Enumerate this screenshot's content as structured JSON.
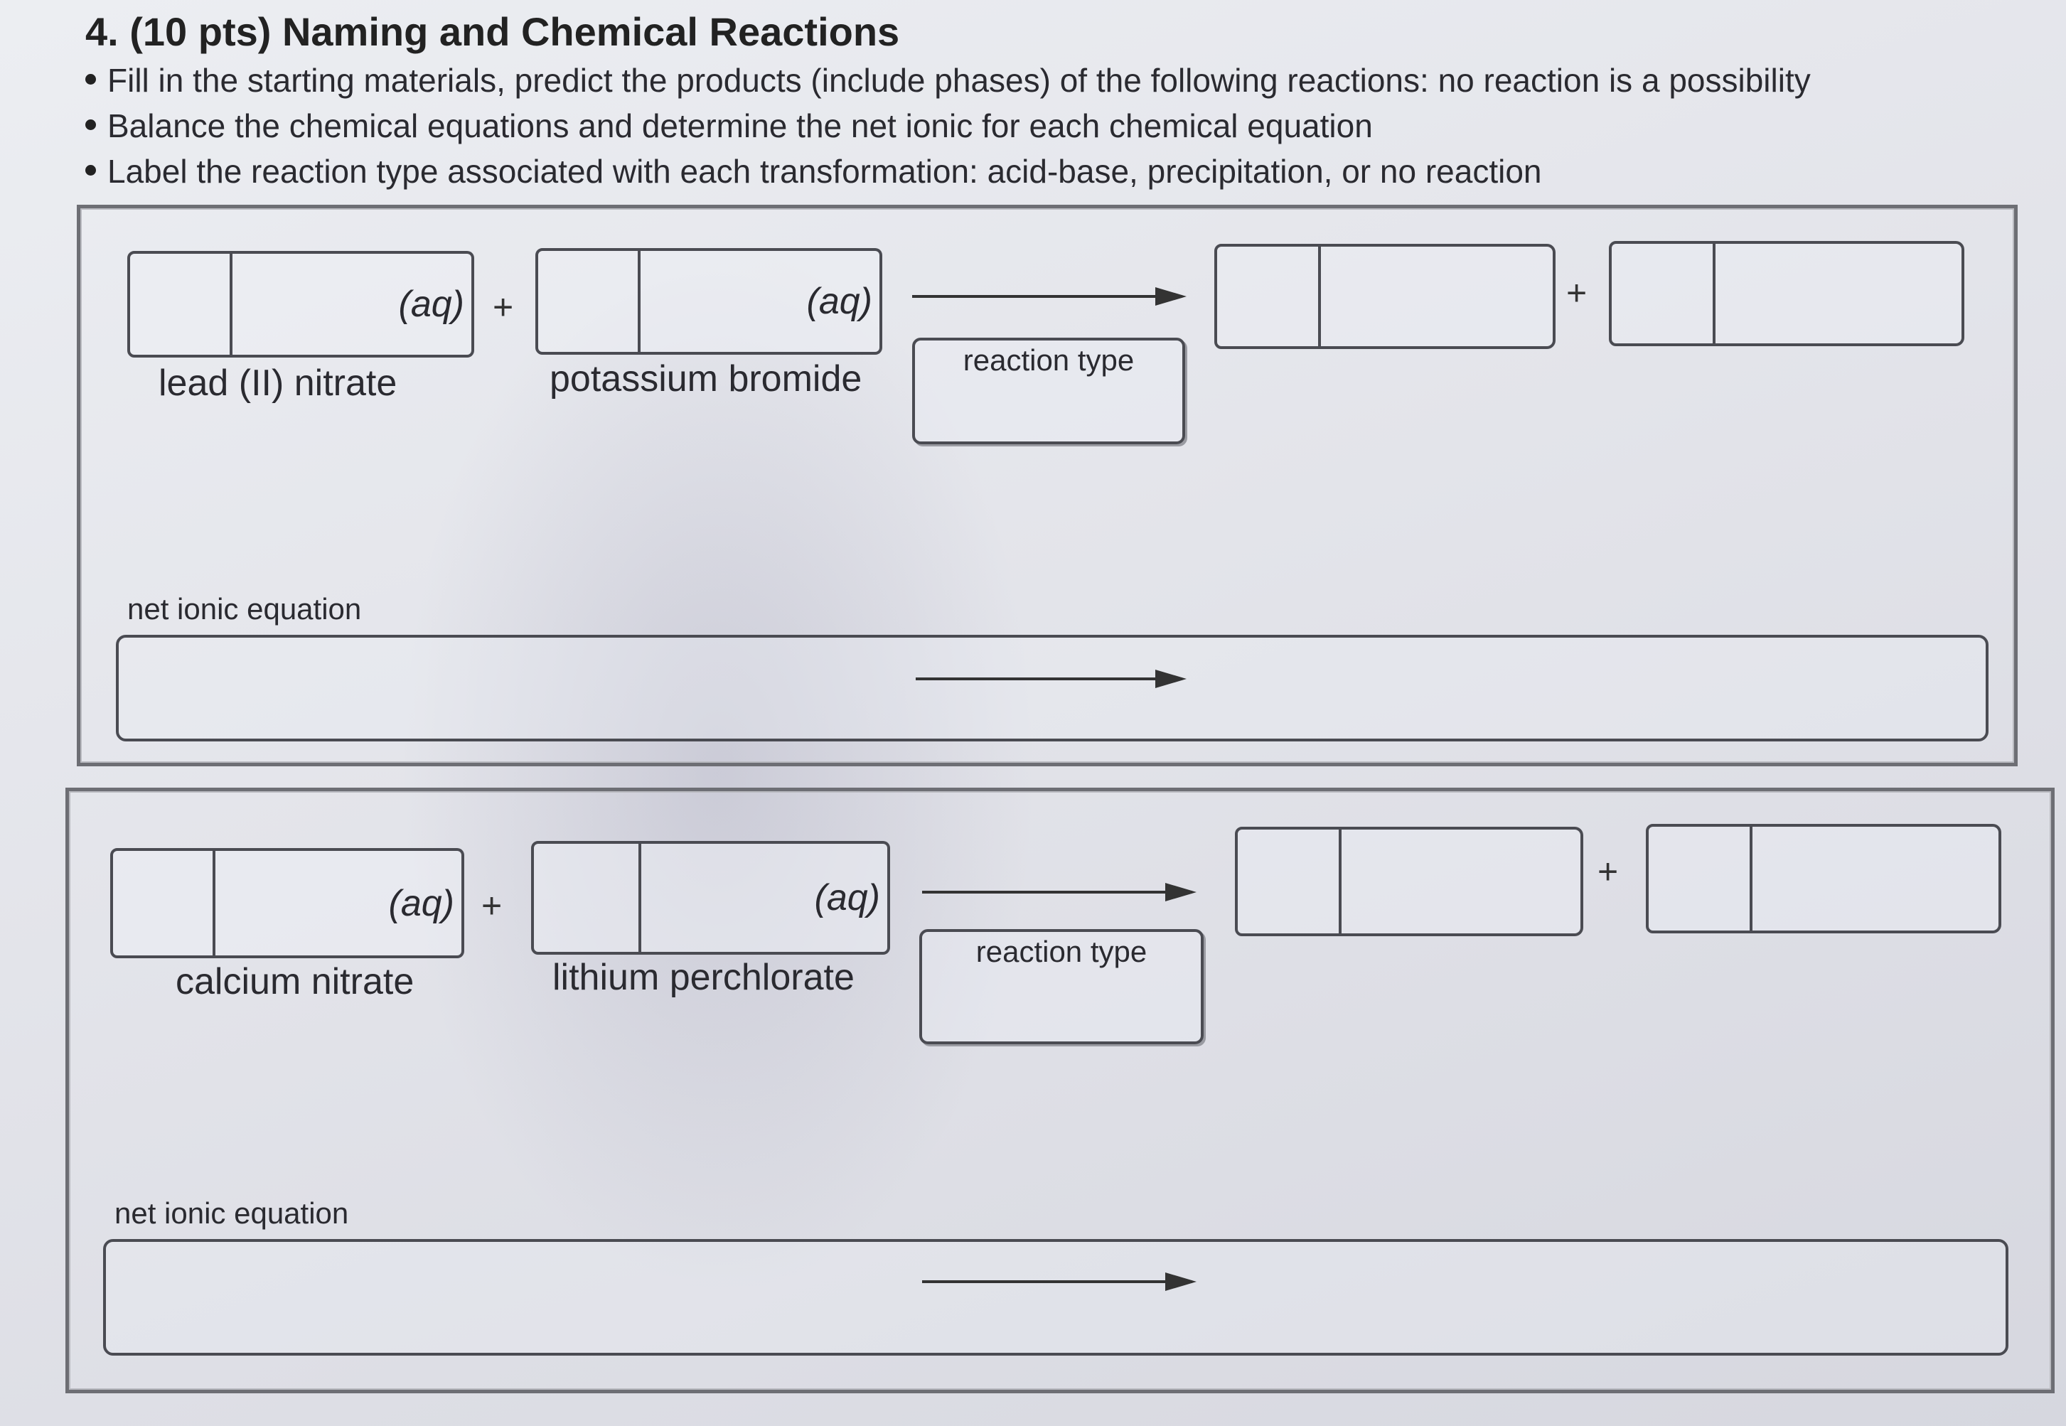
{
  "header": {
    "title": "4. (10 pts) Naming and Chemical Reactions",
    "bullets": [
      "Fill in the starting materials, predict the products (include phases) of the following reactions: no reaction is a possibility",
      "Balance the chemical equations and determine the net ionic for each chemical equation",
      "Label the reaction type associated with each transformation: acid-base, precipitation, or no reaction"
    ]
  },
  "reactions": [
    {
      "reactant1": {
        "phase": "(aq)",
        "name": "lead (II) nitrate"
      },
      "reactant2": {
        "phase": "(aq)",
        "name": "potassium bromide"
      },
      "plus": "+",
      "product_plus": "+",
      "reaction_type_label": "reaction type",
      "net_ionic_label": "net ionic equation"
    },
    {
      "reactant1": {
        "phase": "(aq)",
        "name": "calcium nitrate"
      },
      "reactant2": {
        "phase": "(aq)",
        "name": "lithium perchlorate"
      },
      "plus": "+",
      "product_plus": "+",
      "reaction_type_label": "reaction type",
      "net_ionic_label": "net ionic equation"
    }
  ]
}
